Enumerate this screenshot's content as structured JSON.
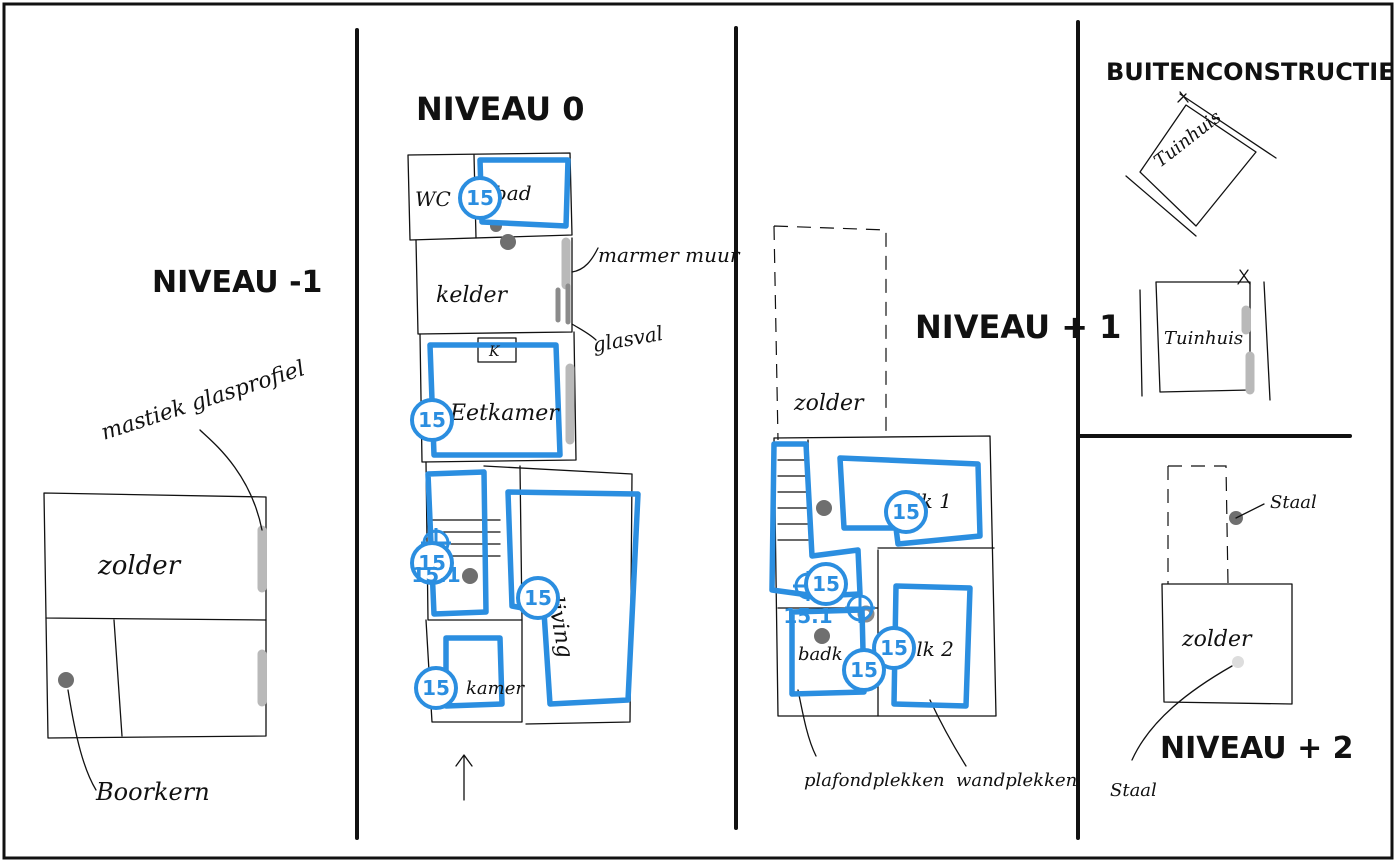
{
  "levels": {
    "minus1": {
      "title": "NIVEAU -1",
      "labels": {
        "attic": "zolder",
        "mastic": "mastiek glasprofiel",
        "borehole": "Boorkern"
      }
    },
    "zero": {
      "title": "NIVEAU 0",
      "labels": {
        "wc": "WC",
        "bath": "bad",
        "cellar": "kelder",
        "marble": "marmer muur",
        "glass": "glasval",
        "k": "K",
        "living_room": "Eetkamer",
        "living": "living",
        "room": "kamer"
      }
    },
    "plus1": {
      "title": "NIVEAU + 1",
      "labels": {
        "attic": "zolder",
        "room1": "slk 1",
        "room2": "slk 2",
        "bathroom": "badk",
        "ceiling": "plafondplekken",
        "wall": "wandplekken"
      }
    },
    "outside": {
      "title": "BUITENCONSTRUCTIES",
      "labels": {
        "garden_house": "Tuinhuis",
        "garden_house_2": "Tuinhuis"
      }
    },
    "plus2": {
      "title": "NIVEAU + 2",
      "labels": {
        "attic": "zolder",
        "sample": "Staal",
        "sample_bottom": "Staal"
      }
    }
  },
  "badges": [
    {
      "id": "b1",
      "text": "15"
    },
    {
      "id": "b2",
      "text": "15"
    },
    {
      "id": "b3",
      "text": "15"
    },
    {
      "id": "b4",
      "text": "15"
    },
    {
      "id": "b5",
      "text": "15"
    },
    {
      "id": "b6",
      "text": "15.1"
    },
    {
      "id": "b7",
      "text": "15"
    },
    {
      "id": "b8",
      "text": "15"
    },
    {
      "id": "b9",
      "text": "15"
    },
    {
      "id": "b10",
      "text": "15"
    },
    {
      "id": "b11",
      "text": "15.1"
    },
    {
      "id": "b12",
      "text": "15"
    },
    {
      "id": "b13",
      "text": "15"
    },
    {
      "id": "b14",
      "text": "15"
    }
  ],
  "colors": {
    "marker_blue": "#2b8ee0",
    "ink": "#111111",
    "grey_marker": "#b9b9b9"
  }
}
